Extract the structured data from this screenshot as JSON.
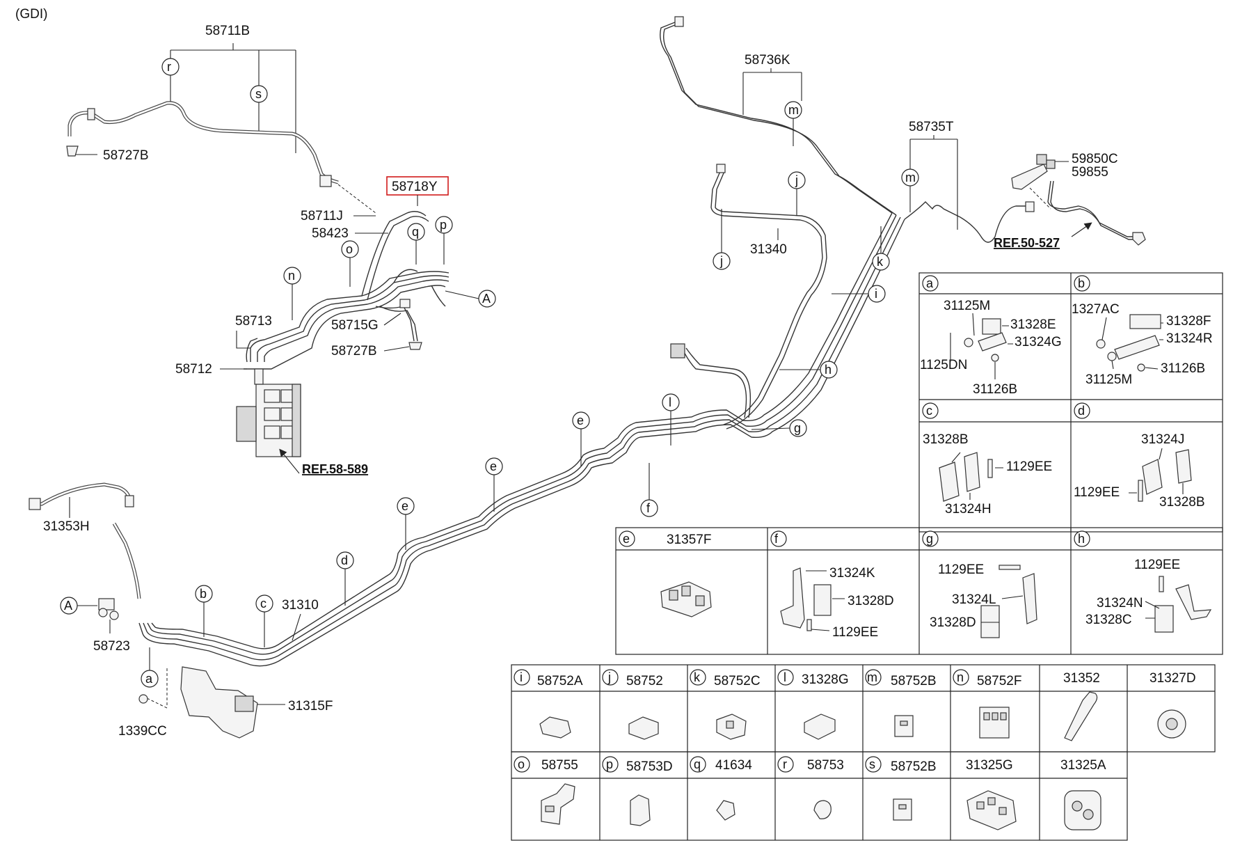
{
  "variant": "(GDI)",
  "labels": {
    "l58711B": "58711B",
    "l58727B_1": "58727B",
    "l58718Y": "58718Y",
    "l58711J": "58711J",
    "l58423": "58423",
    "l58713": "58713",
    "l58712": "58712",
    "l58715G": "58715G",
    "l58727B_2": "58727B",
    "l31353H": "31353H",
    "l58723": "58723",
    "l1339CC": "1339CC",
    "l31315F": "31315F",
    "l31310": "31310",
    "l58736K": "58736K",
    "l58735T": "58735T",
    "l59850C": "59850C",
    "l59855": "59855",
    "l31340": "31340"
  },
  "refs": {
    "r58589": "REF.58-589",
    "r50527": "REF.50-527"
  },
  "callouts": {
    "r": "r",
    "s": "s",
    "o": "o",
    "n": "n",
    "q": "q",
    "p": "p",
    "A": "A",
    "j": "j",
    "m": "m",
    "k": "k",
    "i": "i",
    "h": "h",
    "g": "g",
    "l": "l",
    "f": "f",
    "e": "e",
    "d": "d",
    "c": "c",
    "b": "b",
    "a": "a"
  },
  "panels": {
    "a": {
      "letter": "a",
      "parts": [
        "31125M",
        "31328E",
        "31324G",
        "1125DN",
        "31126B"
      ]
    },
    "b": {
      "letter": "b",
      "parts": [
        "1327AC",
        "31328F",
        "31324R",
        "31125M",
        "31126B"
      ]
    },
    "c": {
      "letter": "c",
      "parts": [
        "31328B",
        "1129EE",
        "31324H"
      ]
    },
    "d": {
      "letter": "d",
      "parts": [
        "31324J",
        "1129EE",
        "31328B"
      ]
    },
    "e": {
      "letter": "e",
      "parts": [
        "31357F"
      ]
    },
    "f": {
      "letter": "f",
      "parts": [
        "31324K",
        "31328D",
        "1129EE"
      ]
    },
    "g": {
      "letter": "g",
      "parts": [
        "1129EE",
        "31324L",
        "31328D"
      ]
    },
    "h": {
      "letter": "h",
      "parts": [
        "1129EE",
        "31324N",
        "31328C"
      ]
    }
  },
  "table_row1": [
    {
      "letter": "i",
      "part": "58752A"
    },
    {
      "letter": "j",
      "part": "58752"
    },
    {
      "letter": "k",
      "part": "58752C"
    },
    {
      "letter": "l",
      "part": "31328G"
    },
    {
      "letter": "m",
      "part": "58752B"
    },
    {
      "letter": "n",
      "part": "58752F"
    },
    {
      "letter": "",
      "part": "31352"
    },
    {
      "letter": "",
      "part": "31327D"
    }
  ],
  "table_row2": [
    {
      "letter": "o",
      "part": "58755"
    },
    {
      "letter": "p",
      "part": "58753D"
    },
    {
      "letter": "q",
      "part": "41634"
    },
    {
      "letter": "r",
      "part": "58753"
    },
    {
      "letter": "s",
      "part": "58752B"
    },
    {
      "letter": "",
      "part": "31325G"
    },
    {
      "letter": "",
      "part": "31325A"
    }
  ],
  "highlight": {
    "color": "#d11a1a"
  }
}
